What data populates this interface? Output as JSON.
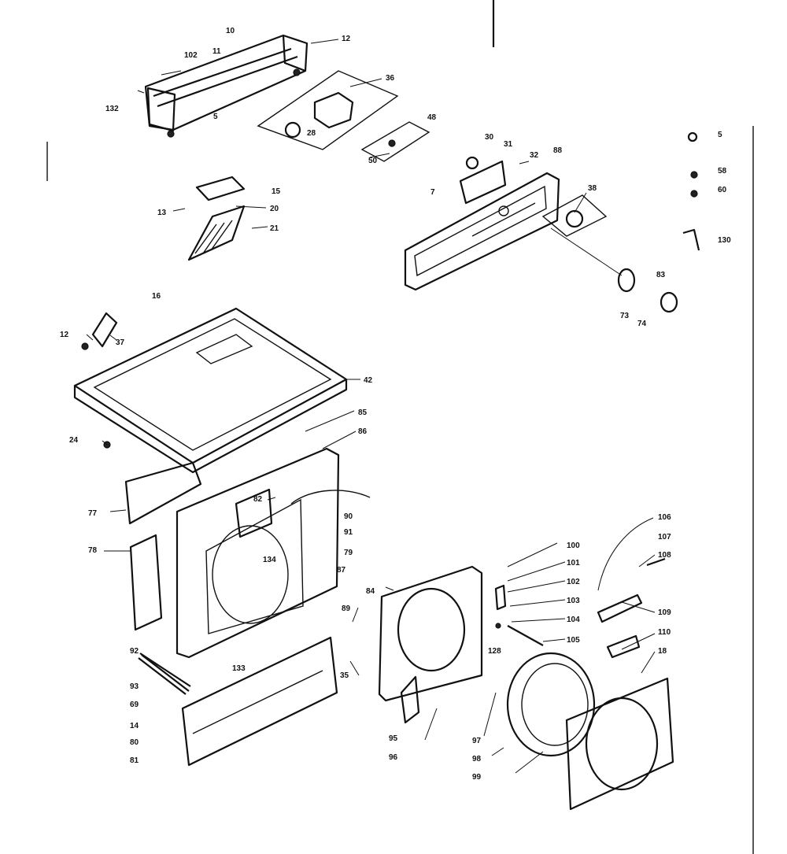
{
  "callouts": [
    {
      "id": "c10a",
      "text": "10"
    },
    {
      "id": "c11a",
      "text": "11"
    },
    {
      "id": "c12a",
      "text": "12"
    },
    {
      "id": "c102",
      "text": "102"
    },
    {
      "id": "c132",
      "text": "132"
    },
    {
      "id": "c5a",
      "text": "5"
    },
    {
      "id": "c36",
      "text": "36"
    },
    {
      "id": "c28",
      "text": "28"
    },
    {
      "id": "c48",
      "text": "48"
    },
    {
      "id": "c50",
      "text": "50"
    },
    {
      "id": "c30",
      "text": "30"
    },
    {
      "id": "c31",
      "text": "31"
    },
    {
      "id": "c32",
      "text": "32"
    },
    {
      "id": "c88",
      "text": "88"
    },
    {
      "id": "c7",
      "text": "7"
    },
    {
      "id": "c38",
      "text": "38"
    },
    {
      "id": "c5b",
      "text": "5"
    },
    {
      "id": "c58",
      "text": "58"
    },
    {
      "id": "c60",
      "text": "60"
    },
    {
      "id": "c130",
      "text": "130"
    },
    {
      "id": "c83",
      "text": "83"
    },
    {
      "id": "c73",
      "text": "73"
    },
    {
      "id": "c74",
      "text": "74"
    },
    {
      "id": "c15",
      "text": "15"
    },
    {
      "id": "c13",
      "text": "13"
    },
    {
      "id": "c20",
      "text": "20"
    },
    {
      "id": "c21",
      "text": "21"
    },
    {
      "id": "c16",
      "text": "16"
    },
    {
      "id": "c12b",
      "text": "12"
    },
    {
      "id": "c37",
      "text": "37"
    },
    {
      "id": "c42",
      "text": "42"
    },
    {
      "id": "c24",
      "text": "24"
    },
    {
      "id": "c85",
      "text": "85"
    },
    {
      "id": "c86",
      "text": "86"
    },
    {
      "id": "c77",
      "text": "77"
    },
    {
      "id": "c78",
      "text": "78"
    },
    {
      "id": "c82",
      "text": "82"
    },
    {
      "id": "c90",
      "text": "90"
    },
    {
      "id": "c91",
      "text": "91"
    },
    {
      "id": "c79",
      "text": "79"
    },
    {
      "id": "c87",
      "text": "87"
    },
    {
      "id": "c134",
      "text": "134"
    },
    {
      "id": "c84",
      "text": "84"
    },
    {
      "id": "c89",
      "text": "89"
    },
    {
      "id": "c100",
      "text": "100"
    },
    {
      "id": "c101",
      "text": "101"
    },
    {
      "id": "c102b",
      "text": "102"
    },
    {
      "id": "c103",
      "text": "103"
    },
    {
      "id": "c104",
      "text": "104"
    },
    {
      "id": "c105",
      "text": "105"
    },
    {
      "id": "c106",
      "text": "106"
    },
    {
      "id": "c107",
      "text": "107"
    },
    {
      "id": "c108",
      "text": "108"
    },
    {
      "id": "c109",
      "text": "109"
    },
    {
      "id": "c110",
      "text": "110"
    },
    {
      "id": "c18",
      "text": "18"
    },
    {
      "id": "c128",
      "text": "128"
    },
    {
      "id": "c92",
      "text": "92"
    },
    {
      "id": "c93",
      "text": "93"
    },
    {
      "id": "c69",
      "text": "69"
    },
    {
      "id": "c14",
      "text": "14"
    },
    {
      "id": "c80",
      "text": "80"
    },
    {
      "id": "c81",
      "text": "81"
    },
    {
      "id": "c133",
      "text": "133"
    },
    {
      "id": "c35",
      "text": "35"
    },
    {
      "id": "c95",
      "text": "95"
    },
    {
      "id": "c96",
      "text": "96"
    },
    {
      "id": "c97",
      "text": "97"
    },
    {
      "id": "c98",
      "text": "98"
    },
    {
      "id": "c99",
      "text": "99"
    }
  ]
}
